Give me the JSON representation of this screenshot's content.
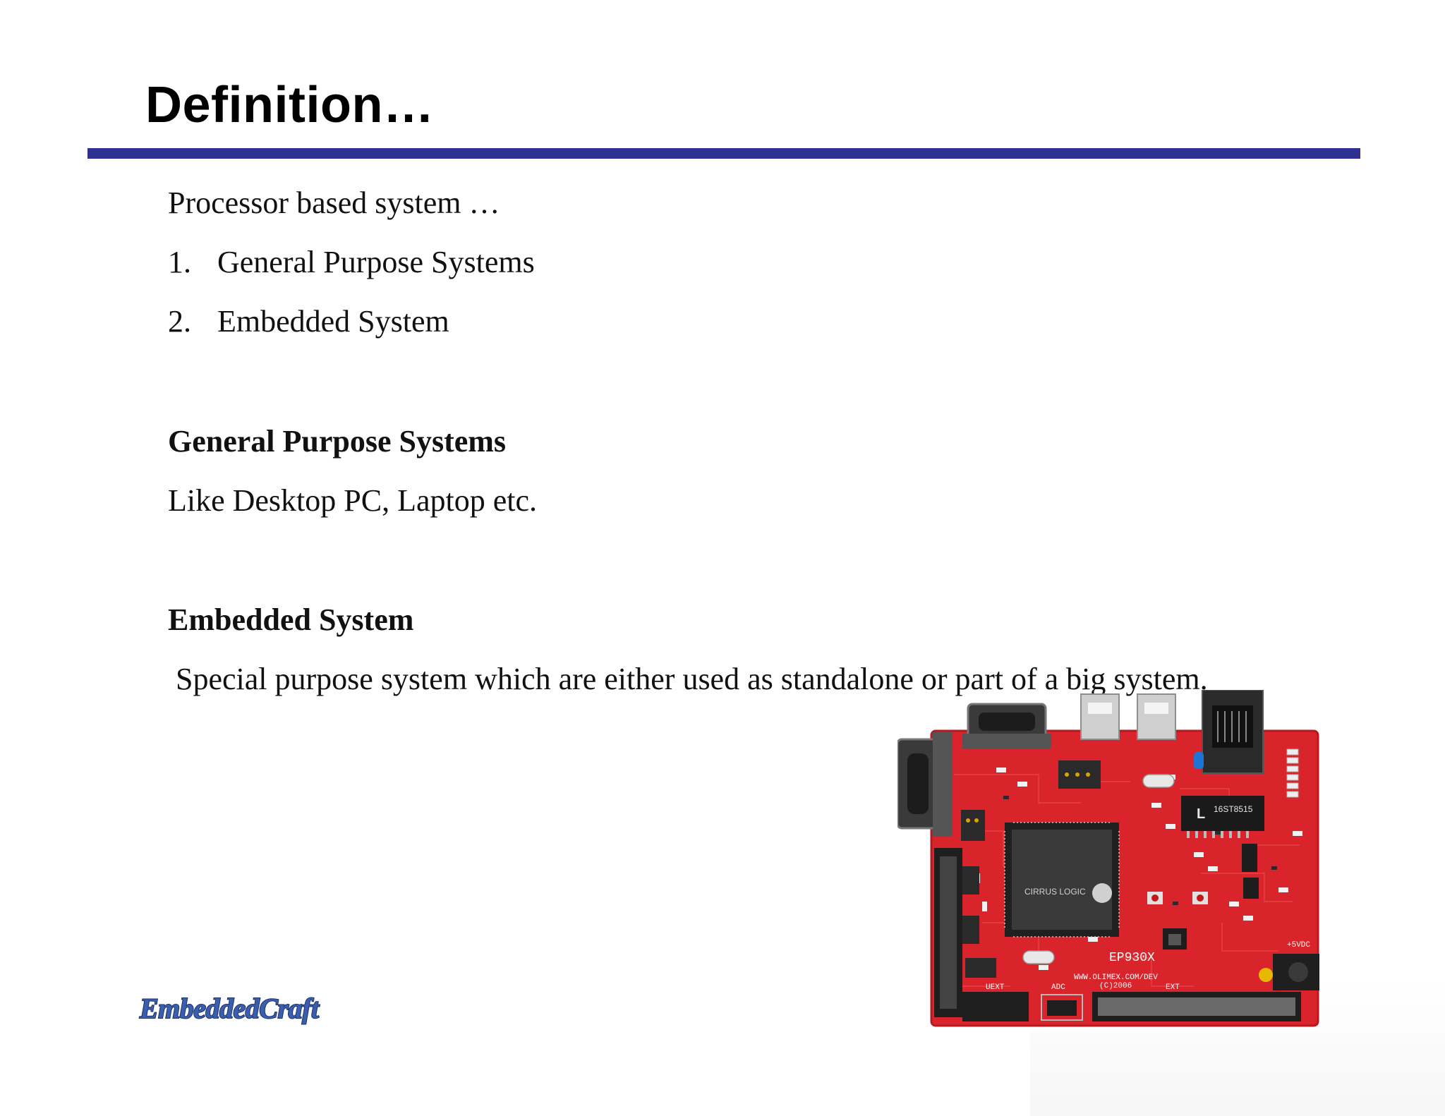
{
  "slide": {
    "title": "Definition…",
    "intro": "Processor based system …",
    "list": [
      {
        "num": "1.",
        "text": "General Purpose Systems"
      },
      {
        "num": "2.",
        "text": "Embedded System"
      }
    ],
    "gps_heading": "General Purpose Systems",
    "gps_text": "Like Desktop PC, Laptop etc.",
    "es_heading": "Embedded System",
    "es_text": " Special purpose system which are either used as standalone or part of a big system."
  },
  "logo": {
    "text": "EmbeddedCraft"
  },
  "board_labels": {
    "chip": "CIRRUS LOGIC",
    "model": "EP930X",
    "url": "WWW.OLIMEX.COM/DEV",
    "year": "(C)2006",
    "chip2": "16ST8515",
    "uext": "UEXT",
    "adc": "ADC",
    "ext": "EXT",
    "pwr": "+5VDC"
  },
  "colors": {
    "rule": "#2e3192",
    "pcb": "#d8242a",
    "logo_fill": "#3a5fb0"
  }
}
